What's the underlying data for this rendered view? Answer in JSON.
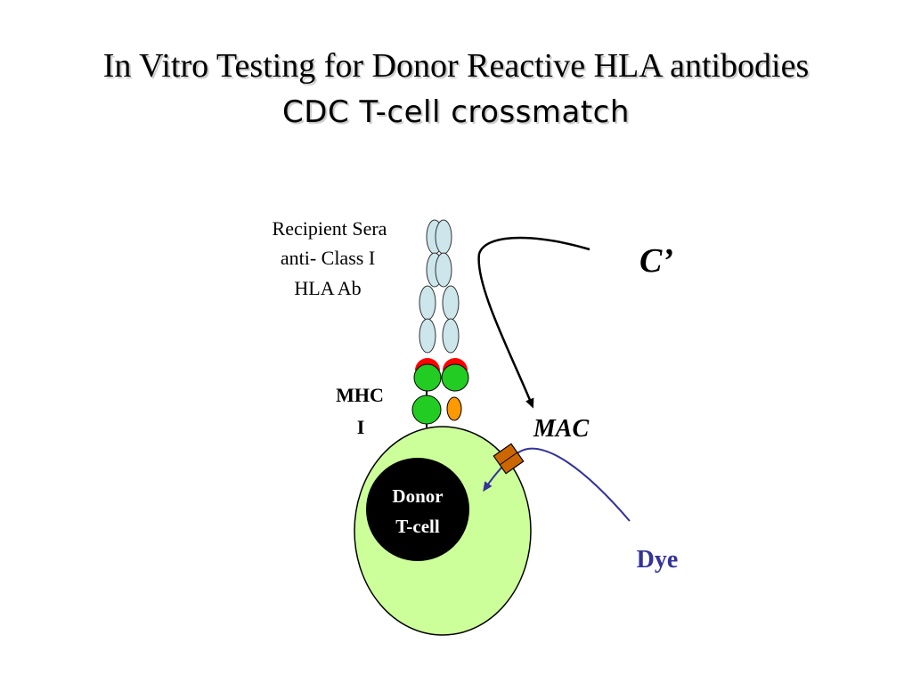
{
  "slide": {
    "title": "In Vitro Testing for Donor Reactive HLA antibodies",
    "subtitle": "CDC  T-cell crossmatch"
  },
  "diagram": {
    "antibody_label_line1": "Recipient Sera",
    "antibody_label_line2": "anti- Class I",
    "antibody_label_line3": "HLA Ab",
    "mhc_label_line1": "MHC",
    "mhc_label_line2": "I",
    "complement_label": "C’",
    "mac_label": "MAC",
    "nucleus_label_line1": "Donor",
    "nucleus_label_line2": "T-cell",
    "dye_label": "Dye"
  },
  "colors": {
    "cell_fill": "#ccff99",
    "antibody_fill": "#cce6ec",
    "mhc_green": "#22cc22",
    "antigen_red": "#ff0000",
    "beta2m_orange": "#ff9900",
    "mac_brown": "#cc6600",
    "dye_blue": "#333399"
  }
}
